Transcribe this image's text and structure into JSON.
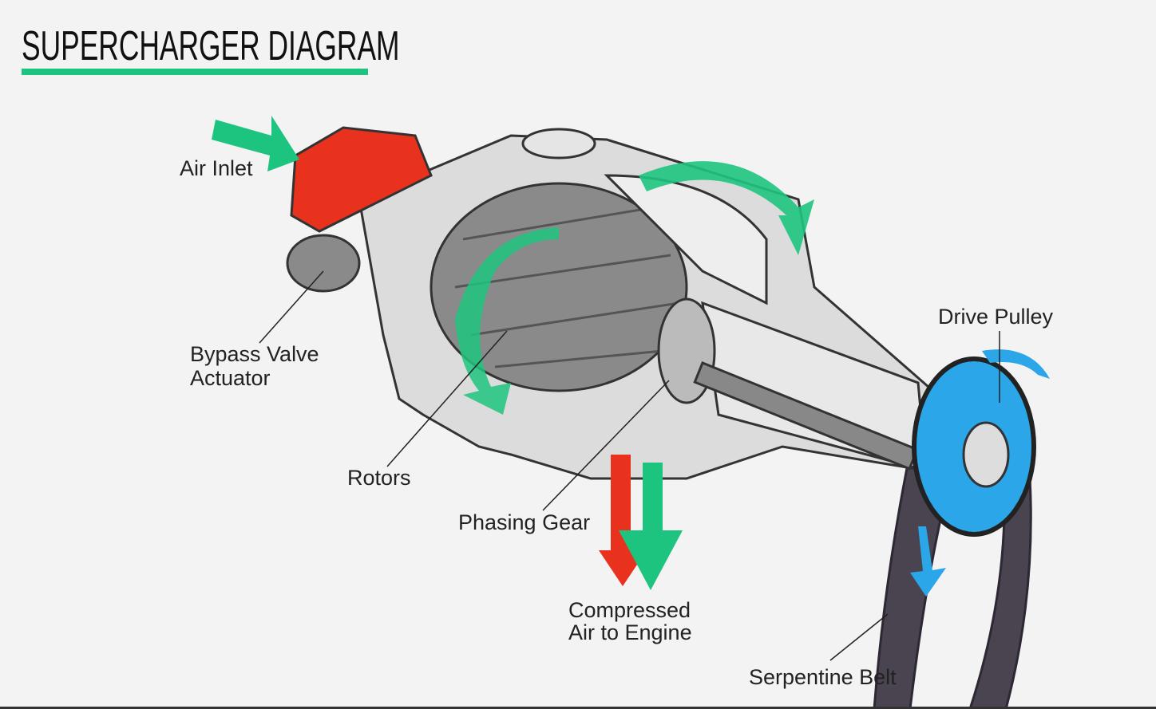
{
  "title": "SUPERCHARGER DIAGRAM",
  "colors": {
    "accent": "#1dc47f",
    "inlet": "#e8321e",
    "pulley": "#2ba6e8",
    "belt": "#4a4350",
    "body": "#d9d9d9"
  },
  "labels": {
    "air_inlet": "Air Inlet",
    "bypass_valve_line1": "Bypass Valve",
    "bypass_valve_line2": "Actuator",
    "rotors": "Rotors",
    "phasing_gear": "Phasing Gear",
    "compressed_line1": "Compressed",
    "compressed_line2": "Air to Engine",
    "drive_pulley": "Drive Pulley",
    "serpentine_belt": "Serpentine Belt"
  }
}
